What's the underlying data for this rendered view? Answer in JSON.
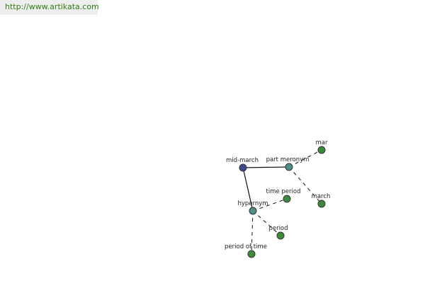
{
  "url": "http://www.artikata.com",
  "colors": {
    "root": "#3b4a8c",
    "relation": "#4f8f86",
    "term": "#3d8a3a"
  },
  "nodes": [
    {
      "id": "mid-march",
      "label": "mid-march",
      "kind": "root"
    },
    {
      "id": "part-meronym",
      "label": "part meronym",
      "kind": "relation"
    },
    {
      "id": "hypernym",
      "label": "hypernym",
      "kind": "relation"
    },
    {
      "id": "mar",
      "label": "mar",
      "kind": "term"
    },
    {
      "id": "march",
      "label": "march",
      "kind": "term"
    },
    {
      "id": "time-period",
      "label": "time period",
      "kind": "term"
    },
    {
      "id": "period",
      "label": "period",
      "kind": "term"
    },
    {
      "id": "period-of-time",
      "label": "period of time",
      "kind": "term"
    }
  ],
  "edges": [
    {
      "from": "mid-march",
      "to": "part-meronym",
      "style": "solid"
    },
    {
      "from": "mid-march",
      "to": "hypernym",
      "style": "solid"
    },
    {
      "from": "part-meronym",
      "to": "mar",
      "style": "dashed"
    },
    {
      "from": "part-meronym",
      "to": "march",
      "style": "dashed"
    },
    {
      "from": "hypernym",
      "to": "time-period",
      "style": "dashed"
    },
    {
      "from": "hypernym",
      "to": "period",
      "style": "dashed"
    },
    {
      "from": "hypernym",
      "to": "period-of-time",
      "style": "dashed"
    }
  ]
}
